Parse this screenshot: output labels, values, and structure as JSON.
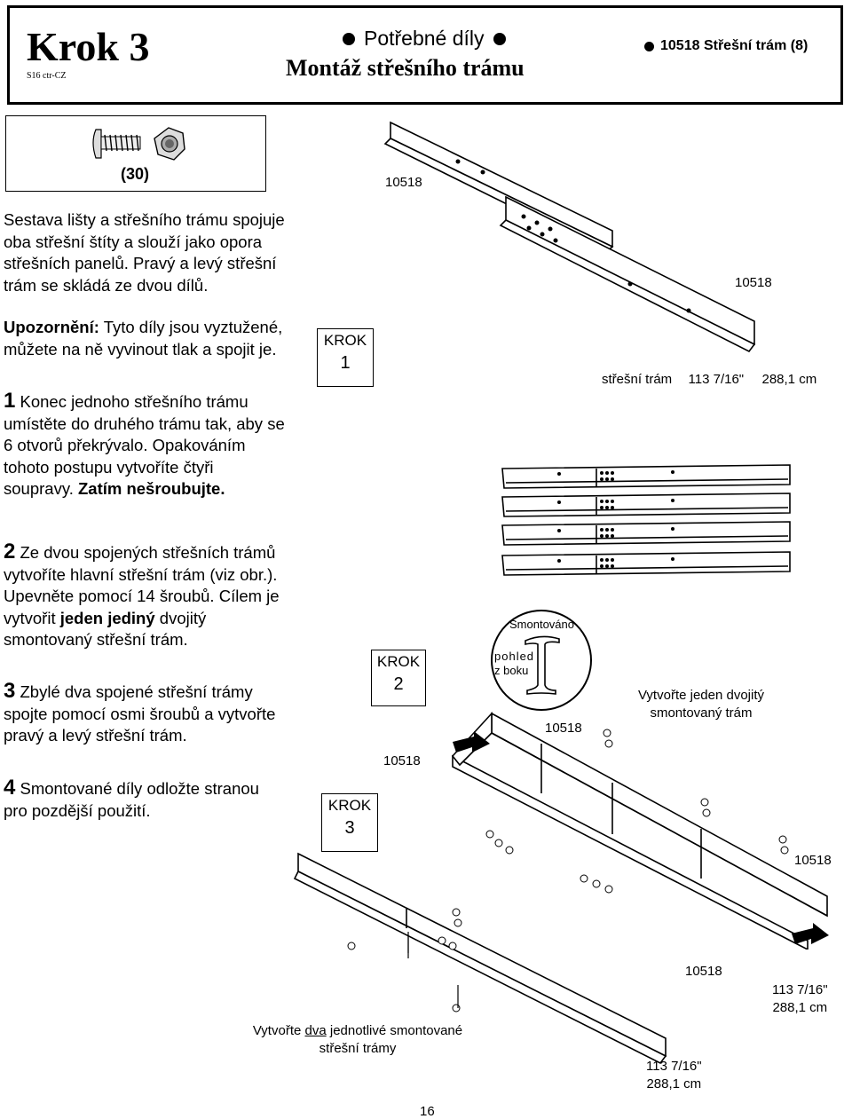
{
  "header": {
    "step": "Krok 3",
    "code": "S16 ctr-CZ",
    "parts_heading": "Potřebné díly",
    "assembly_title": "Montáž střešního trámu",
    "part_list_item": "10518 Střešní trám (8)"
  },
  "hardware": {
    "quantity": "(30)"
  },
  "intro": "Sestava lišty a střešního trámu spojuje oba střešní štíty a slouží jako opora střešních panelů. Pravý a levý střešní trám se skládá ze dvou dílů.",
  "warning": {
    "label": "Upozornění:",
    "text": " Tyto díly jsou vyztužené, můžete na ně vyvinout tlak a spojit je."
  },
  "steps": [
    {
      "num": "1",
      "text": " Konec jednoho střešního trámu umístěte do druhého trámu tak, aby se 6 otvorů překrývalo. Opakováním tohoto postupu vytvoříte čtyři soupravy. ",
      "bold": "Zatím nešroubujte."
    },
    {
      "num": "2",
      "text_a": " Ze dvou spojených střešních trámů vytvoříte hlavní střešní trám (viz obr.). Upevněte pomocí 14 šroubů. Cílem je vytvořit ",
      "bold": "jeden jediný",
      "text_b": " dvojitý smontovaný střešní trám."
    },
    {
      "num": "3",
      "text": " Zbylé dva spojené střešní trámy spojte pomocí osmi šroubů a vytvořte pravý a levý střešní trám."
    },
    {
      "num": "4",
      "text": " Smontované díly odložte stranou pro pozdější použití."
    }
  ],
  "diagram1": {
    "part_a": "10518",
    "part_b": "10518",
    "step_label": "KROK",
    "step_num": "1",
    "caption_name": "střešní trám",
    "caption_in": "113 7/16\"",
    "caption_cm": "288,1 cm"
  },
  "diagram2": {
    "step_label": "KROK",
    "step_num": "2",
    "assembled": "Smontováno",
    "side_view_a": "pohled",
    "side_view_b": "z boku",
    "part_a": "10518",
    "part_b": "10518",
    "part_c": "10518",
    "instruction_a": "Vytvořte jeden dvojitý",
    "instruction_b": "smontovaný trám",
    "len_in": "113 7/16\"",
    "len_cm": "288,1 cm"
  },
  "diagram3": {
    "step_label": "KROK",
    "step_num": "3",
    "part": "10518",
    "instruction_pre": "Vytvořte ",
    "instruction_u": "dva",
    "instruction_post": " jednotlivé smontované",
    "instruction_line2": "střešní trámy",
    "len_in": "113 7/16\"",
    "len_cm": "288,1 cm"
  },
  "page_number": "16"
}
